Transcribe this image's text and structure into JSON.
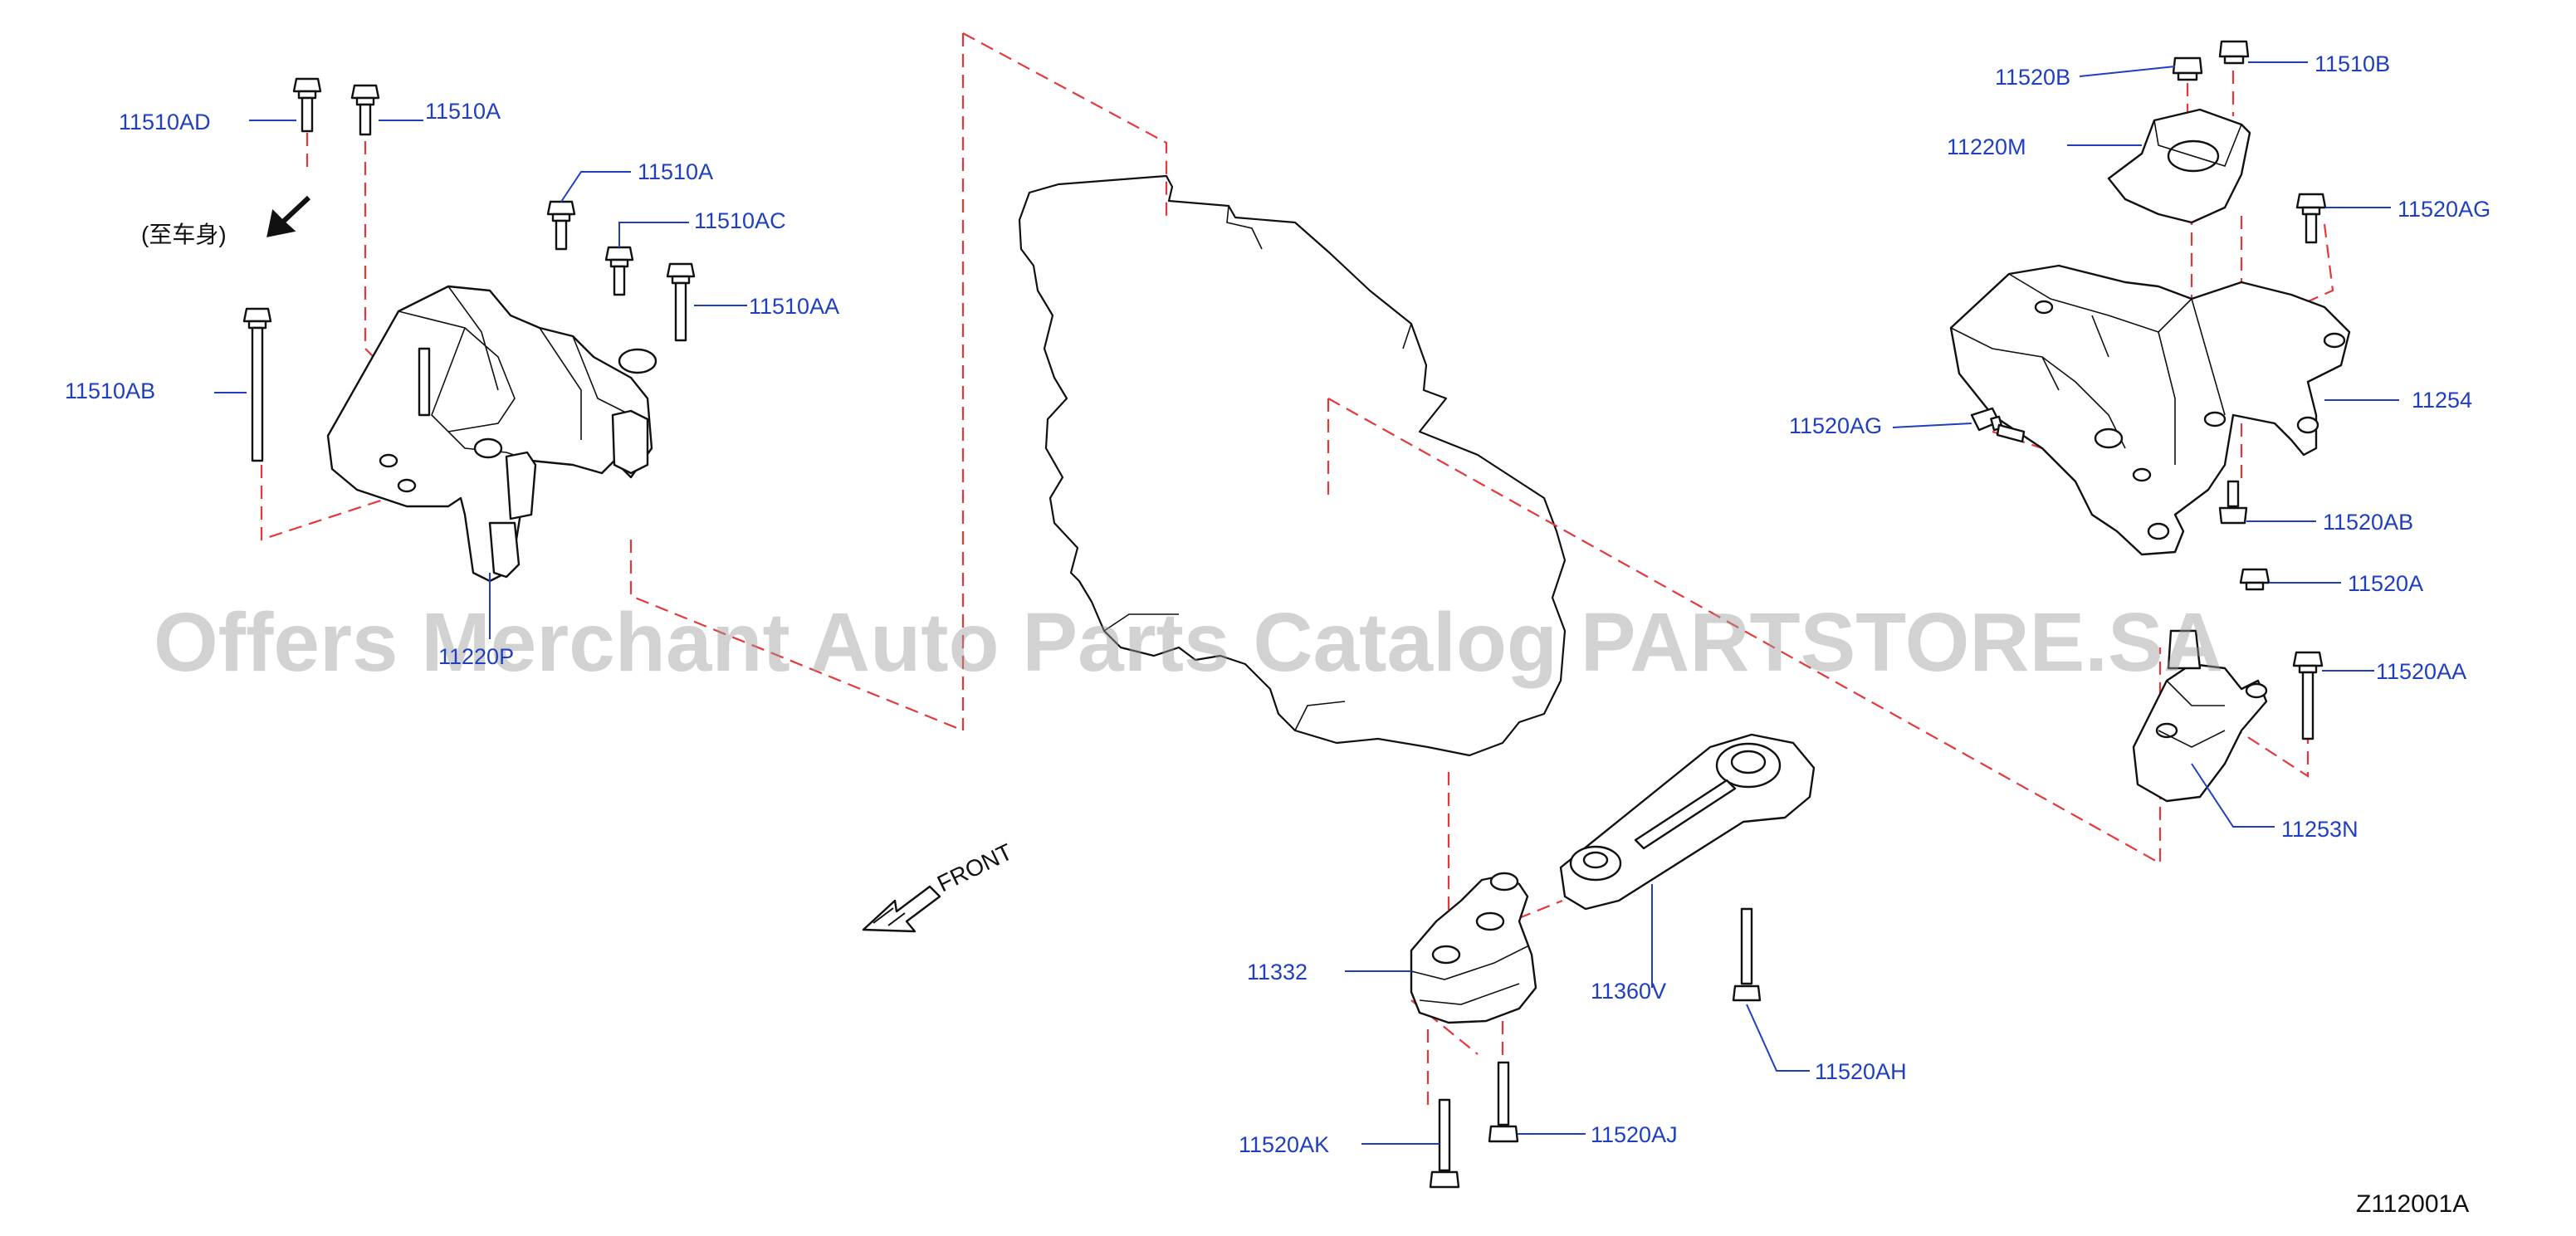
{
  "diagram": {
    "watermark": "Offers Merchant Auto Parts Catalog PARTSTORE.SA",
    "diagram_code": "Z112001A",
    "to_body_note": "(至车身)",
    "front_label": "FRONT",
    "colors": {
      "label": "#1f3fbf",
      "dashed_line": "#e5383b",
      "part_outline": "#111111"
    },
    "labels": [
      {
        "id": "l-11510ad",
        "text": "11510AD"
      },
      {
        "id": "l-11510a-1",
        "text": "11510A"
      },
      {
        "id": "l-11510a-2",
        "text": "11510A"
      },
      {
        "id": "l-11510ac",
        "text": "11510AC"
      },
      {
        "id": "l-11510aa",
        "text": "11510AA"
      },
      {
        "id": "l-11510ab",
        "text": "11510AB"
      },
      {
        "id": "l-11220p",
        "text": "11220P"
      },
      {
        "id": "l-11520b",
        "text": "11520B"
      },
      {
        "id": "l-11510b",
        "text": "11510B"
      },
      {
        "id": "l-11220m",
        "text": "11220M"
      },
      {
        "id": "l-11520ag-1",
        "text": "11520AG"
      },
      {
        "id": "l-11254",
        "text": "11254"
      },
      {
        "id": "l-11520ag-2",
        "text": "11520AG"
      },
      {
        "id": "l-11520ab",
        "text": "11520AB"
      },
      {
        "id": "l-11520a",
        "text": "11520A"
      },
      {
        "id": "l-11520aa",
        "text": "11520AA"
      },
      {
        "id": "l-11253n",
        "text": "11253N"
      },
      {
        "id": "l-11332",
        "text": "11332"
      },
      {
        "id": "l-11360v",
        "text": "11360V"
      },
      {
        "id": "l-11520ah",
        "text": "11520AH"
      },
      {
        "id": "l-11520ak",
        "text": "11520AK"
      },
      {
        "id": "l-11520aj",
        "text": "11520AJ"
      }
    ]
  }
}
